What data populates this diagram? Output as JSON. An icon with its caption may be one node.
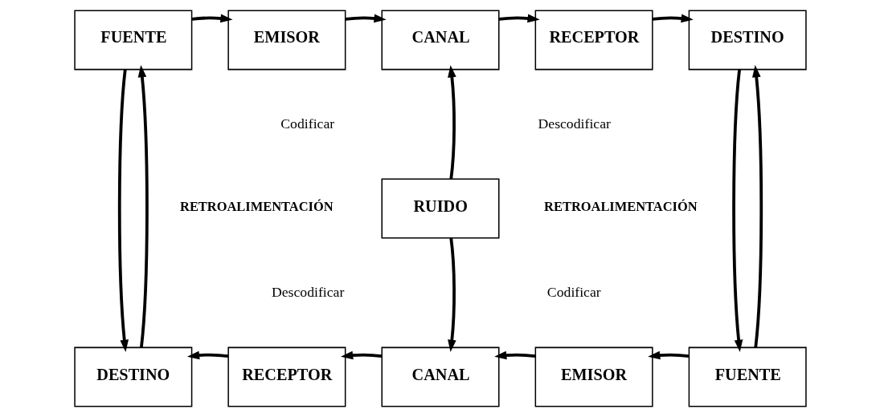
{
  "diagram": {
    "nodes": [
      {
        "text": [
          "FUENTE"
        ]
      },
      {
        "text": [
          "EMISOR"
        ]
      },
      {
        "text": [
          "CANAL"
        ]
      },
      {
        "text": [
          "RECEPTOR"
        ]
      },
      {
        "text": [
          "DESTINO"
        ]
      },
      {
        "text": [
          "RUIDO"
        ]
      },
      {
        "text": [
          "DESTINO"
        ]
      },
      {
        "text": [
          "RECEPTOR"
        ]
      },
      {
        "text": [
          "CANAL"
        ]
      },
      {
        "text": [
          "EMISOR"
        ]
      },
      {
        "text": [
          "FUENTE"
        ]
      }
    ],
    "edges": [
      {
        "from": 0,
        "to": 1,
        "arrow": "to"
      },
      {
        "from": 1,
        "to": 2,
        "arrow": "to"
      },
      {
        "from": 2,
        "to": 3,
        "arrow": "to"
      },
      {
        "from": 3,
        "to": 4,
        "arrow": "to"
      },
      {
        "from": 5,
        "to": 2,
        "arrow": "to"
      },
      {
        "from": 5,
        "to": 8,
        "arrow": "to"
      },
      {
        "from": 10,
        "to": 9,
        "arrow": "to"
      },
      {
        "from": 9,
        "to": 8,
        "arrow": "to"
      },
      {
        "from": 8,
        "to": 7,
        "arrow": "to"
      },
      {
        "from": 7,
        "to": 6,
        "arrow": "to"
      },
      {
        "from": 6,
        "to": 0,
        "arrow": "to"
      },
      {
        "from": 0,
        "to": 6,
        "arrow": "to"
      },
      {
        "from": 10,
        "to": 4,
        "arrow": "to"
      },
      {
        "from": 4,
        "to": 10,
        "arrow": "to"
      }
    ],
    "labels": [
      "Codificar",
      "Descodificar",
      "RETROALIMENTACIÓN",
      "RETROALIMENTACIÓN",
      "Descodificar",
      "Codificar"
    ]
  }
}
